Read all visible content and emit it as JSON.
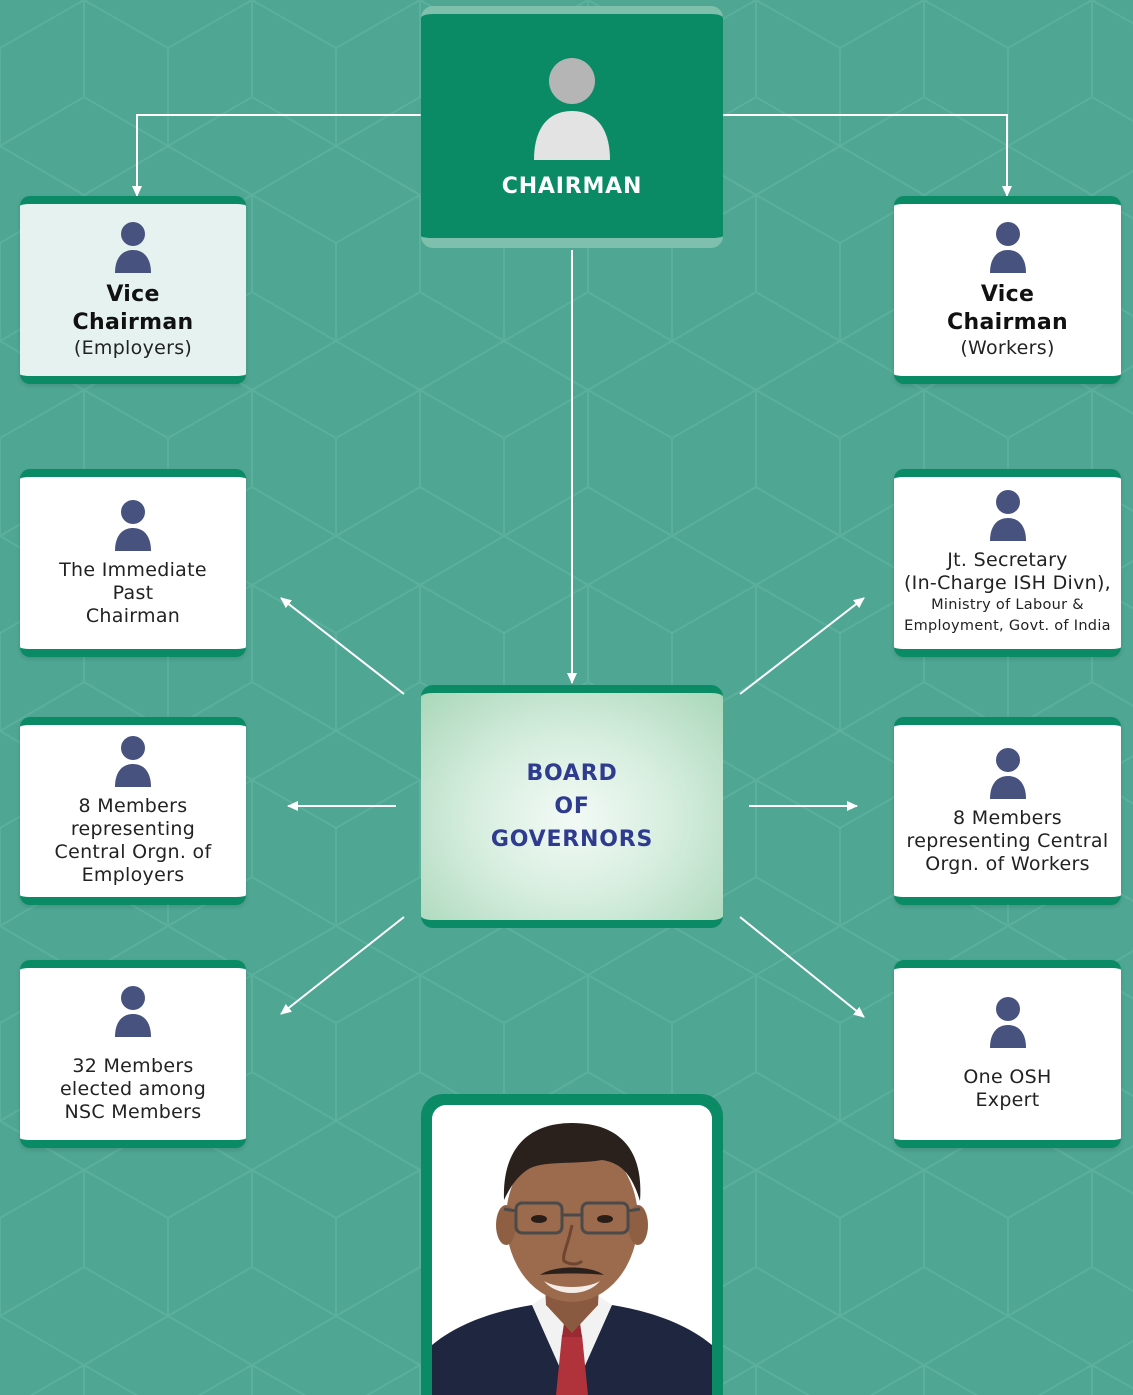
{
  "colors": {
    "background": "#4fa692",
    "card_green": "#0b8a66",
    "board_text": "#2e3b8f",
    "icon_blue": "#47527f",
    "arrow": "#ffffff"
  },
  "chairman": {
    "title": "CHAIRMAN",
    "icon": "person-silhouette-icon"
  },
  "board": {
    "lines": [
      "BOARD",
      "OF",
      "GOVERNORS"
    ]
  },
  "vice_chairman_employers": {
    "line1": "Vice",
    "line2": "Chairman",
    "line3": "(Employers)"
  },
  "vice_chairman_workers": {
    "line1": "Vice",
    "line2": "Chairman",
    "line3": "(Workers)"
  },
  "past_chairman": {
    "lines": [
      "The Immediate",
      "Past",
      "Chairman"
    ]
  },
  "jt_secretary": {
    "lines": [
      "Jt. Secretary",
      "(In-Charge ISH Divn),"
    ],
    "small_lines": [
      "Ministry of Labour &",
      "Employment, Govt. of India"
    ]
  },
  "employers_members": {
    "lines": [
      "8 Members",
      "representing",
      "Central Orgn. of",
      "Employers"
    ]
  },
  "workers_members": {
    "lines": [
      "8 Members",
      "representing Central",
      "Orgn. of Workers"
    ]
  },
  "nsc_members": {
    "lines": [
      "32 Members",
      "elected among",
      "NSC Members"
    ]
  },
  "osh_expert": {
    "lines": [
      "One OSH",
      "Expert"
    ]
  },
  "photo": {
    "icon": "chairman-portrait"
  }
}
